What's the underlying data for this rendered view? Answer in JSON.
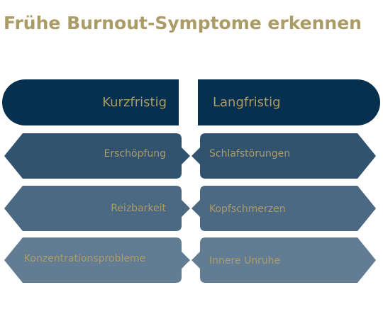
{
  "title": "Frühe Burnout-Symptome erkennen",
  "columns": {
    "short_term": "Kurzfristig",
    "long_term": "Langfristig"
  },
  "short_term_items": [
    "Erschöpfung",
    "Reizbarkeit",
    "Konzentrationsprobleme"
  ],
  "long_term_items": [
    "Schlafstörungen",
    "Kopfschmerzen",
    "Innere Unruhe"
  ],
  "colors": {
    "header": "#05304f",
    "row1": "#31536f",
    "row2": "#4c6983",
    "row3": "#627d93",
    "text_gold": "#ab9b66"
  }
}
